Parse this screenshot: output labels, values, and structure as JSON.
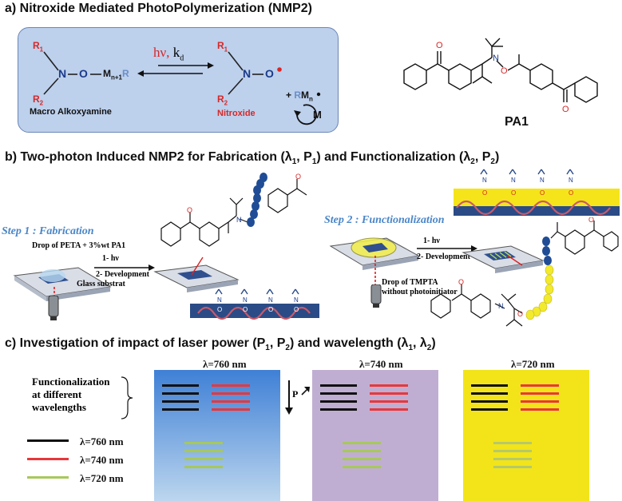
{
  "section_a": {
    "title": "a) Nitroxide Mediated PhotoPolymerization (NMP2)",
    "alkoxyamine": {
      "r1": "R",
      "r1_sub": "1",
      "r2": "R",
      "r2_sub": "2",
      "n": "N",
      "o": "O",
      "m": "M",
      "m_sub": "n+1",
      "r": "R",
      "label": "Macro Alkoxyamine"
    },
    "arrow": {
      "hv": "hν,",
      "k": "k",
      "k_sub": "d"
    },
    "nitroxide": {
      "r1": "R",
      "r1_sub": "1",
      "r2": "R",
      "r2_sub": "2",
      "n": "N",
      "o": "O",
      "plus": "+",
      "r": "R",
      "m": "M",
      "m_sub": "n",
      "label": "Nitroxide",
      "monomer": "M"
    },
    "pa1_label": "PA1",
    "box_color": "#bdd0ec"
  },
  "section_b": {
    "title": "b) Two-photon Induced NMP2 for Fabrication (λ",
    "title_parts": [
      "b) Two-photon Induced NMP2 for Fabrication (λ",
      "1",
      ", P",
      "1",
      ") and Functionalization (λ",
      "2",
      ", P",
      "2",
      ")"
    ],
    "step1": {
      "title": "Step 1 : Fabrication",
      "drop": "Drop of PETA + 3%wt PA1",
      "hv": "1- hν",
      "dev": "2- Development",
      "glass": "Glass substrat"
    },
    "step2": {
      "title": "Step 2 : Functionalization",
      "hv": "1- hν",
      "dev": "2- Development",
      "drop_l1": "Drop of TMPTA",
      "drop_l2": "without photoinitiator"
    },
    "n_label": "N",
    "o_label": "O"
  },
  "section_c": {
    "title_parts": [
      "c) Investigation of impact of laser power (P",
      "1",
      ", P",
      "2",
      ") and wavelength (λ",
      "1",
      ", λ",
      "2",
      ")"
    ],
    "brace_l1": "Functionalization",
    "brace_l2": "at different",
    "brace_l3": "wavelengths",
    "panels": [
      {
        "label": "λ=760 nm",
        "color": "#7fb0df"
      },
      {
        "label": "λ=740 nm",
        "color": "#c0aed2"
      },
      {
        "label": "λ=720 nm",
        "color": "#f2e419"
      }
    ],
    "p_label": "P",
    "legend": [
      {
        "label": "λ=760 nm",
        "color": "#111111"
      },
      {
        "label": "λ=740 nm",
        "color": "#e8373a"
      },
      {
        "label": "λ=720 nm",
        "color": "#a7c85a"
      }
    ]
  }
}
